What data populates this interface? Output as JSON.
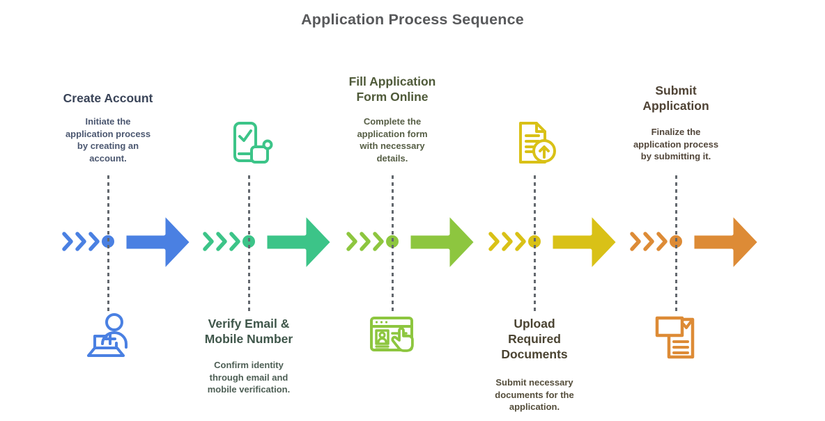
{
  "title": "Application Process Sequence",
  "connector": {
    "dash_color": "#63686e"
  },
  "steps": [
    {
      "label": "Create Account",
      "description": "Initiate the\napplication process\nby creating an\naccount.",
      "color": "#4a80e2",
      "label_color": "#3a4458",
      "desc_color": "#4b5770",
      "icon": "user-add-laptop-icon",
      "text_position": "top",
      "icon_position": "bottom"
    },
    {
      "label": "Verify Email &\nMobile Number",
      "description": "Confirm identity\nthrough email and\nmobile verification.",
      "color": "#3cc488",
      "label_color": "#3f564a",
      "desc_color": "#4e5f55",
      "icon": "phone-verified-icon",
      "text_position": "bottom",
      "icon_position": "top"
    },
    {
      "label": "Fill Application\nForm Online",
      "description": "Complete the\napplication form\nwith necessary\ndetails.",
      "color": "#8dc63f",
      "label_color": "#4f5a39",
      "desc_color": "#565e45",
      "icon": "online-form-pointer-icon",
      "text_position": "top",
      "icon_position": "bottom"
    },
    {
      "label": "Upload\nRequired\nDocuments",
      "description": "Submit necessary\ndocuments for the\napplication.",
      "color": "#d9c117",
      "label_color": "#4a4331",
      "desc_color": "#544d3b",
      "icon": "document-upload-icon",
      "text_position": "bottom",
      "icon_position": "top"
    },
    {
      "label": "Submit\nApplication",
      "description": "Finalize the\napplication process\nby submitting it.",
      "color": "#dd8b36",
      "label_color": "#4f4335",
      "desc_color": "#52463a",
      "icon": "submitted-form-icon",
      "text_position": "top",
      "icon_position": "bottom"
    }
  ]
}
